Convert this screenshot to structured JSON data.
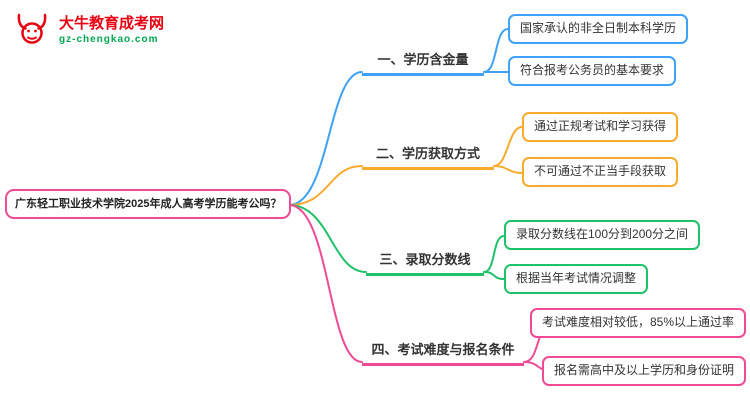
{
  "logo": {
    "site_name": "大牛教育成考网",
    "site_url": "gz-chengkao.com",
    "brand_color": "#e60012",
    "url_color": "#00a651"
  },
  "mindmap": {
    "root": {
      "label": "广东轻工职业技术学院2025年成人高考学历能考公吗？",
      "color": "#ef4a93"
    },
    "branches": [
      {
        "label": "一、学历含金量",
        "color": "#3fa2f7",
        "children": [
          {
            "label": "国家承认的非全日制本科学历"
          },
          {
            "label": "符合报考公务员的基本要求"
          }
        ]
      },
      {
        "label": "二、学历获取方式",
        "color": "#f9ab2e",
        "children": [
          {
            "label": "通过正规考试和学习获得"
          },
          {
            "label": "不可通过不正当手段获取"
          }
        ]
      },
      {
        "label": "三、录取分数线",
        "color": "#1fc269",
        "children": [
          {
            "label": "录取分数线在100分到200分之间"
          },
          {
            "label": "根据当年考试情况调整"
          }
        ]
      },
      {
        "label": "四、考试难度与报名条件",
        "color": "#ef4a93",
        "children": [
          {
            "label": "考试难度相对较低，85%以上通过率"
          },
          {
            "label": "报名需高中及以上学历和身份证明"
          }
        ]
      }
    ]
  }
}
